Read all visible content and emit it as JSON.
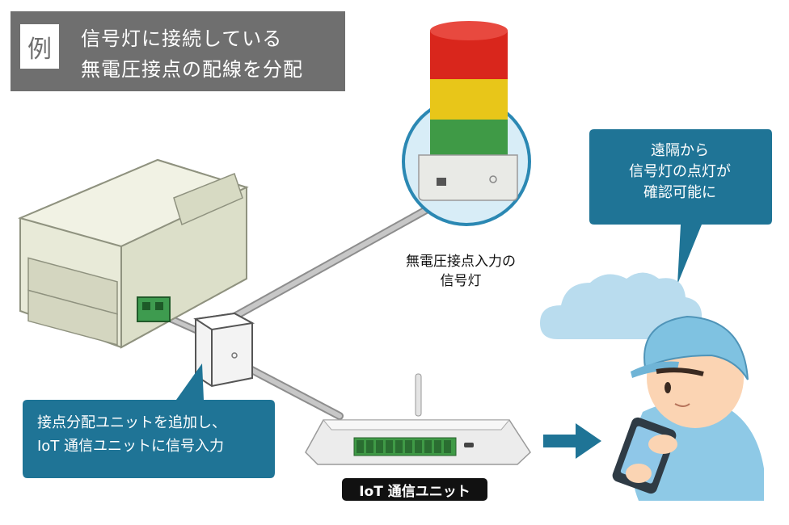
{
  "title": {
    "badge": "例",
    "line1": "信号灯に接続している",
    "line2": "無電圧接点の配線を分配"
  },
  "lamp_label": {
    "line1": "無電圧接点入力の",
    "line2": "信号灯"
  },
  "right_callout": {
    "line1": "遠隔から",
    "line2": "信号灯の点灯が",
    "line3": "確認可能に"
  },
  "left_callout": {
    "line1": "接点分配ユニットを追加し、",
    "line2": "IoT 通信ユニットに信号入力"
  },
  "iot_unit_label": "IoT 通信ユニット",
  "colors": {
    "title_bg": "#6f6f6f",
    "callout_bg": "#1f7496",
    "lamp_red": "#d9261c",
    "lamp_yellow": "#e8c619",
    "lamp_green": "#3f9a46",
    "cable": "#a9a9a9",
    "cloud": "#b9dcee",
    "arrow": "#1f7496"
  }
}
